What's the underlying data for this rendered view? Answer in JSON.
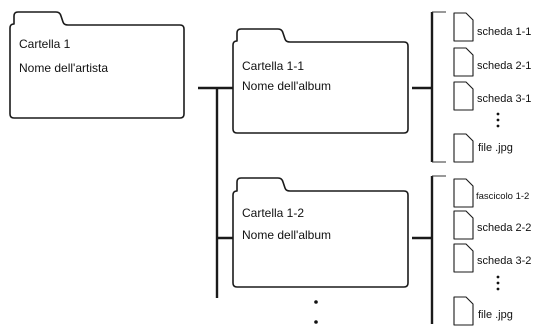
{
  "root_folder": {
    "title": "Cartella 1",
    "subtitle": "Nome dell'artista"
  },
  "albums": [
    {
      "title": "Cartella 1-1",
      "subtitle": "Nome dell'album",
      "files": [
        "scheda 1-1",
        "scheda 2-1",
        "scheda 3-1"
      ],
      "image_file": "file .jpg"
    },
    {
      "title": "Cartella 1-2",
      "subtitle": "Nome dell'album",
      "files": [
        "fascicolo 1-2",
        "scheda 2-2",
        "scheda 3-2"
      ],
      "image_file": "file .jpg"
    }
  ]
}
